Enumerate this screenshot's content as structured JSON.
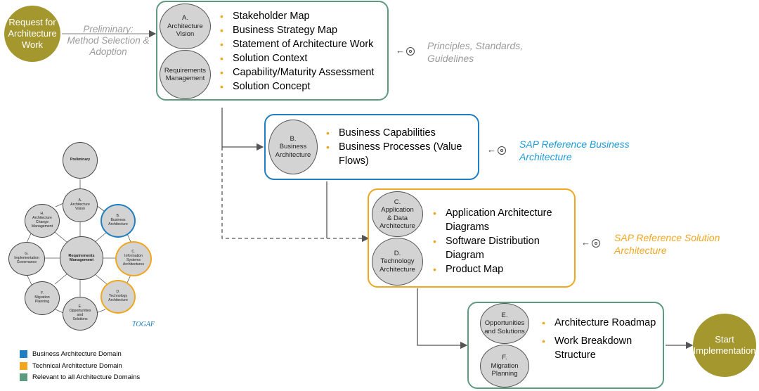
{
  "colors": {
    "olive": "#a3972e",
    "green": "#5d9b80",
    "blue": "#1f7fc1",
    "yellow": "#f0a71f",
    "gray_text": "#9b9b9b",
    "circle_gray": "#d3d3d3"
  },
  "start_node": {
    "label": "Request for Architecture Work"
  },
  "end_node": {
    "label": "Start Implementation"
  },
  "preliminary": {
    "label": "Preliminary: Method Selection & Adoption"
  },
  "phase_a": {
    "circle_vision": "A.\nArchitecture\nVision",
    "circle_req": "Requirements\nManagement",
    "items": [
      "Stakeholder Map",
      "Business Strategy Map",
      "Statement of Architecture Work",
      "Solution Context",
      "Capability/Maturity Assessment",
      "Solution Concept"
    ],
    "reference": "Principles, Standards, Guidelines"
  },
  "phase_b": {
    "circle": "B.\nBusiness\nArchitecture",
    "items": [
      "Business Capabilities",
      "Business Processes (Value Flows)"
    ],
    "reference": "SAP Reference Business Architecture"
  },
  "phase_cd": {
    "circle_c": "C.\nApplication\n& Data\nArchitecture",
    "circle_d": "D.\nTechnology\nArchitecture",
    "items": [
      "Application Architecture Diagrams",
      "Software Distribution Diagram",
      "Product Map"
    ],
    "reference": "SAP Reference Solution Architecture"
  },
  "phase_ef": {
    "circle_e": "E.\nOpportunities\nand Solutions",
    "circle_f": "F.\nMigration\nPlanning",
    "items": [
      "Architecture Roadmap",
      "Work Breakdown Structure"
    ]
  },
  "togaf_cycle": {
    "preliminary": "Preliminary",
    "a": "A.\nArchitecture\nVision",
    "b": "B.\nBusiness\nArchitecture",
    "c": "C.\nInformation\nSystems\nArchitectures",
    "d": "D.\nTechnology\nArchitecture",
    "e": "E.\nOpportunities\nand\nSolutions",
    "f": "F.\nMigration\nPlanning",
    "g": "G.\nImplementation\nGovernance",
    "h": "H.\nArchitecture\nChange\nManagement",
    "center": "Requirements\nManagement",
    "logo": "TOGAF"
  },
  "legend": [
    {
      "label": "Business Architecture Domain",
      "color": "#1f7fc1"
    },
    {
      "label": "Technical Architecture Domain",
      "color": "#f0a71f"
    },
    {
      "label": "Relevant to all Architecture Domains",
      "color": "#5d9b80"
    }
  ]
}
